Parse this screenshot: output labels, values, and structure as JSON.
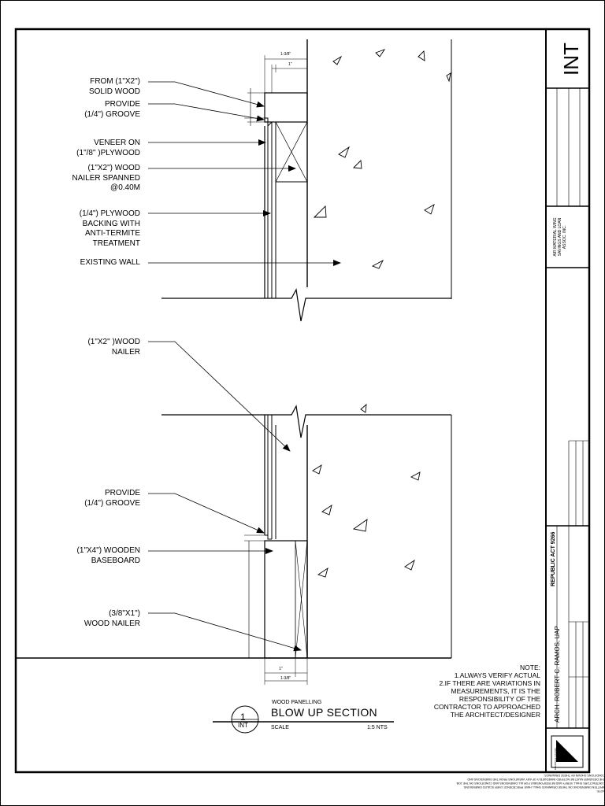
{
  "labels": {
    "solid_wood": "FROM (1\"x2\")\nSOLID WOOD",
    "groove_top": "PROVIDE\n(1/4\") GROOVE",
    "veneer": "VENEER ON\n(1\"/8\" )PLYWOOD",
    "nailer_spanned": "(1\"X2\") WOOD\nNAILER SPANNED\n@0.40m",
    "plywood_backing": "(1/4\") PLYWOOD\nBACKING WITH\nANTI-TERMITE\nTREATMENT",
    "existing_wall": "EXISTING WALL",
    "wood_nailer": "(1\"X2\" )WOOD\nNAILER",
    "groove_bottom": "PROVIDE\n(1/4\") GROOVE",
    "baseboard": "(1\"x4\") WOODEN\nBASEBOARD",
    "wood_nailer_small": "(3/8\"X1\")\nWOOD NAILER"
  },
  "dimensions": {
    "top_overall": "1-3/8\"",
    "top_inner": "1\"",
    "bottom_overall": "1-3/8\"",
    "bottom_inner": "1\""
  },
  "note": {
    "heading": "NOTE:",
    "body": "1.ALWAYS  VERIFY ACTUAL\n2.IF THERE ARE VARIATIONS IN\nMEASUREMENTS, IT IS THE\nRESPONSIBILITY OF THE\nCONTRACTOR TO APPROACHED\nTHE ARCHITECT/DESIGNER"
  },
  "detail": {
    "number": "1",
    "sheet": "INT",
    "subtitle": "WOOD PANELLING",
    "title": "BLOW UP SECTION",
    "scale_label": "SCALE",
    "scale_value": "1:5 NTS"
  },
  "title_block": {
    "sheet_code": "INT",
    "client": "AIR MATERIAL WING\nSAVINGS AND LOAN\nASSOC. INC.",
    "law": "REPUBLIC ACT 9266",
    "architect": "ARCH. ROBERT C. RAMOS, UAP",
    "studio": "MARINOLE STUDIO"
  },
  "footer_mirrored": "NOTE:\nWRITTEN DIMENSIONS ON THESE DRAWINGS SHALL HAVE PRECEDENCE OVER SCALED DIMENSIONS.\nCONTRACTORS SHALL VERIFY AND BE RESPONSIBLE FOR ALL DIMENSIONS AND CONDITIONS ON THE JOB.\nTHE DESIGNER MUST BE NOTIFIED IMMEDIATELY OF ANY VARIATIONS FROM THE DIMENSIONS AND\nCONDITIONS SHOWN BY THESE DRAWINGS."
}
